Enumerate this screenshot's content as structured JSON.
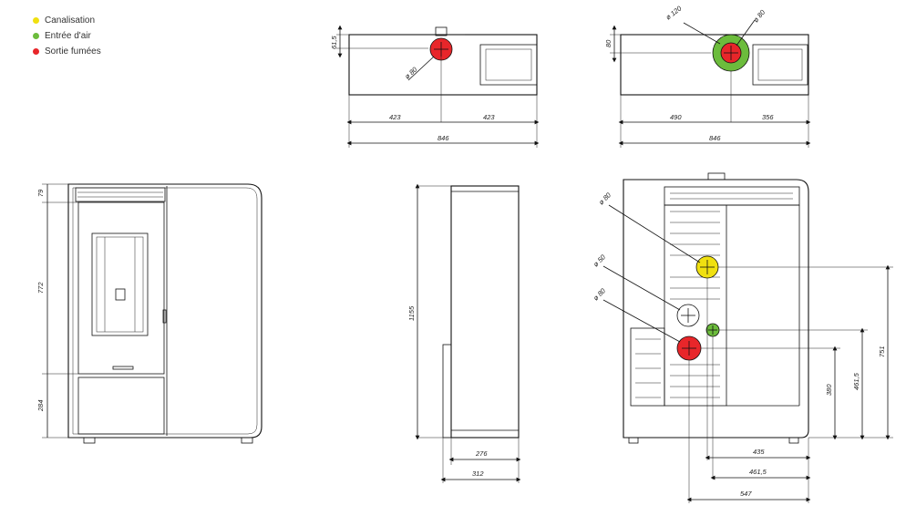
{
  "colors": {
    "canalisation": "#f0e010",
    "air": "#6cbc3c",
    "fumees": "#e8262a",
    "white_port": "#ffffff"
  },
  "legend": [
    {
      "label": "Canalisation",
      "color": "#f0e010"
    },
    {
      "label": "Entrée d'air",
      "color": "#6cbc3c"
    },
    {
      "label": "Sortie fumées",
      "color": "#e8262a"
    }
  ],
  "top_view_1": {
    "d_flue": "ø 80",
    "h_offset": "61,5",
    "w_left": "423",
    "w_right": "423",
    "w_total": "846"
  },
  "top_view_2": {
    "d_outer": "ø 120",
    "d_inner": "ø 80",
    "h_offset": "80",
    "w_left": "490",
    "w_right": "356",
    "w_total": "846"
  },
  "front_view": {
    "h_top": "79",
    "h_mid": "772",
    "h_bottom": "284"
  },
  "side_view": {
    "h_total": "1155",
    "w_depth": "276",
    "w_total": "312"
  },
  "rear_view": {
    "d_top": "ø 80",
    "d_middle": "ø 50",
    "d_lower": "ø 80",
    "h_751": "751",
    "h_461": "461,5",
    "h_380": "380",
    "w_435": "435",
    "w_461": "461,5",
    "w_547": "547"
  }
}
